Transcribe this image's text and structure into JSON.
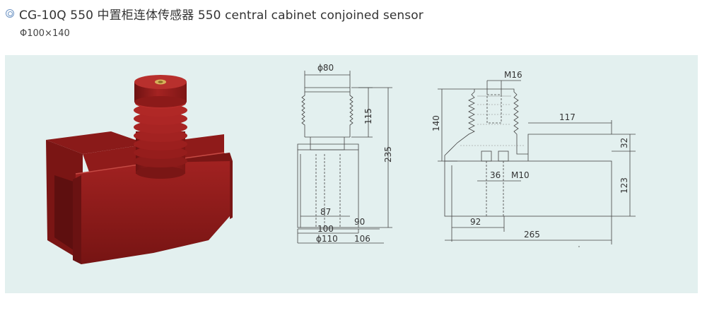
{
  "header": {
    "title": "CG-10Q 550 中置柜连体传感器 550 central cabinet conjoined sensor",
    "dimension": "Φ100×140"
  },
  "drawing_front": {
    "dim_top": "ϕ80",
    "dim_115": "115",
    "dim_235": "235",
    "dim_87": "87",
    "dim_90": "90",
    "dim_100": "100",
    "dim_110": "ϕ110",
    "dim_106": "106"
  },
  "drawing_side": {
    "dim_m16": "M16",
    "dim_140": "140",
    "dim_117": "117",
    "dim_32": "32",
    "dim_36": "36",
    "dim_m10": "M10",
    "dim_123": "123",
    "dim_92": "92",
    "dim_265": "265"
  },
  "colors": {
    "panel_bg": "#e3f0ef",
    "product_red": "#9c1d1c",
    "accent_blue": "#6d94c4"
  }
}
